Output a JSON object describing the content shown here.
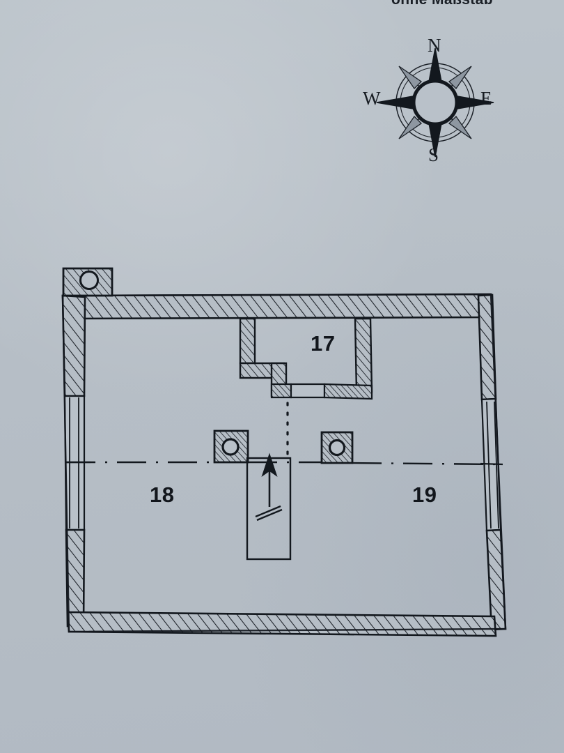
{
  "document": {
    "title": "ohne Maßstab",
    "kind": "floor-plan",
    "language": "de"
  },
  "compass": {
    "name": "compass-rose",
    "north": "N",
    "south": "S",
    "west": "W",
    "east": "E"
  },
  "colors": {
    "paper": "#b9c1c9",
    "ink": "#14181e",
    "wall_fill": "#b3bbc3"
  },
  "rooms": [
    {
      "id": "17",
      "label": "17",
      "name": "room-17"
    },
    {
      "id": "18",
      "label": "18",
      "name": "room-18"
    },
    {
      "id": "19",
      "label": "19",
      "name": "room-19"
    }
  ],
  "elements": {
    "stair_symbol": "stair-up-arrow",
    "columns": [
      "column-left-interior",
      "column-right-interior",
      "column-exterior-top-left"
    ],
    "openings": [
      "window-left-wall",
      "window-right-wall",
      "door-room-17"
    ],
    "section_line": "dash-dot-centerline",
    "dotted_guide": "vertical-dotted-line"
  }
}
